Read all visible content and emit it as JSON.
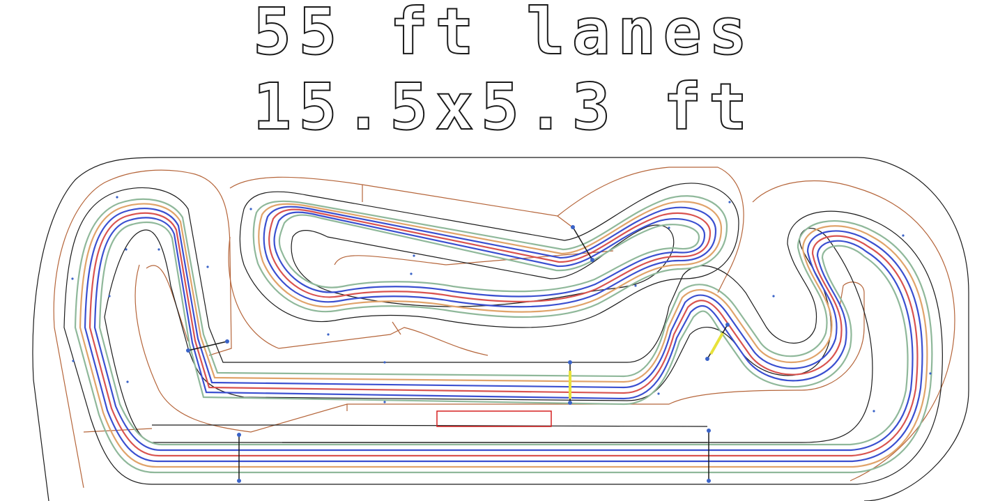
{
  "title": {
    "line1": "55 ft lanes",
    "line2": "15.5x5.3 ft"
  },
  "colors": {
    "outline": "#1a1a1a",
    "border": "#b5653a",
    "lane_red": "#d9534f",
    "lane_blue": "#3a4fd0",
    "lane_orange": "#e0a36a",
    "lane_green": "#8fb89a",
    "marker_blue": "#3a63c8",
    "marker_yellow": "#e8e23a",
    "rect": "#d62020"
  },
  "lanes": [
    {
      "color_key": "lane_green"
    },
    {
      "color_key": "lane_orange"
    },
    {
      "color_key": "lane_blue"
    },
    {
      "color_key": "lane_red"
    },
    {
      "color_key": "lane_blue"
    },
    {
      "color_key": "lane_red"
    }
  ]
}
